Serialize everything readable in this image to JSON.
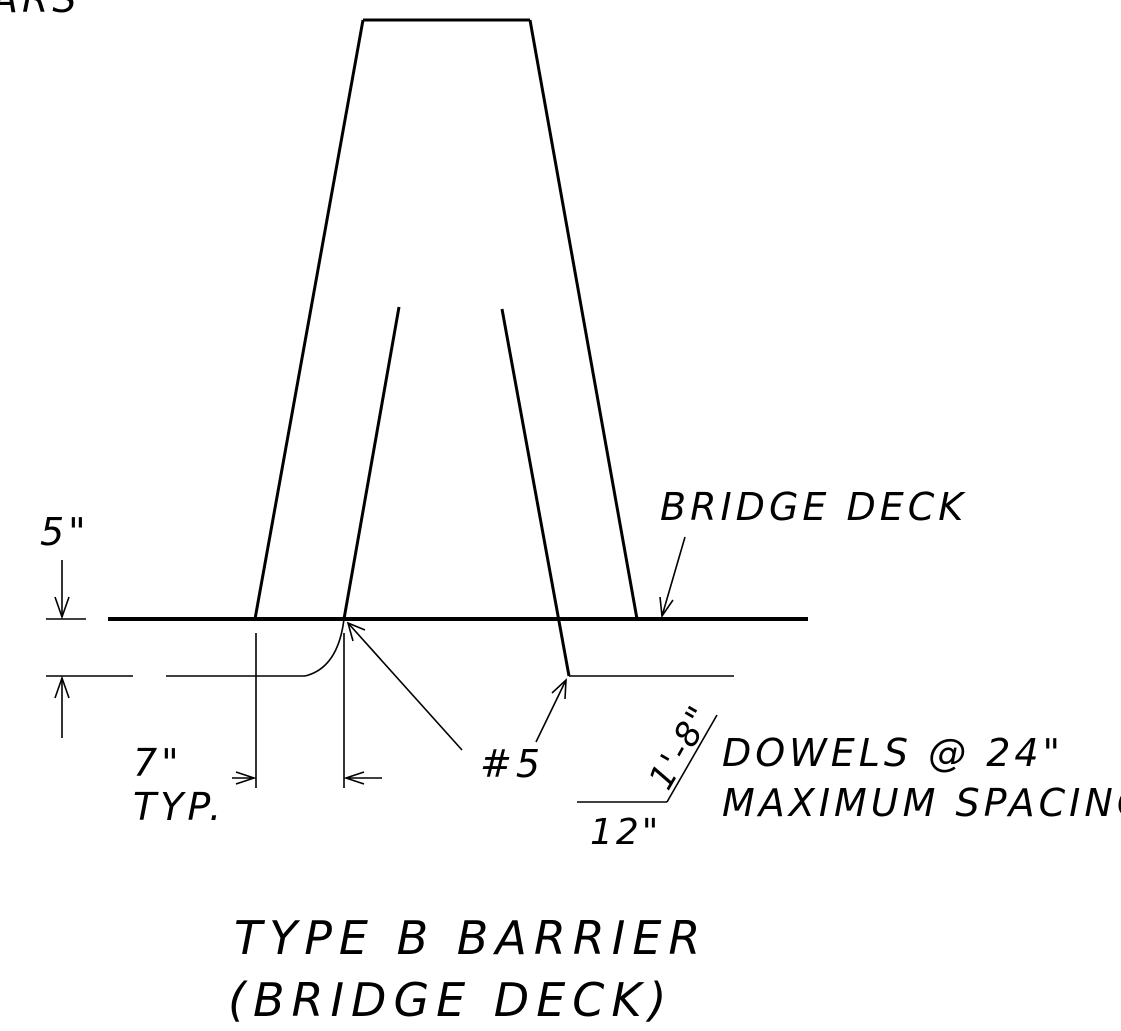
{
  "labels": {
    "clipped_top_left": "ARS",
    "bridge_deck": "BRIDGE DECK",
    "deck_thickness": "5\"",
    "edge_dist": "7\"",
    "edge_dist_typ": "TYP.",
    "bar_size": "#5",
    "dowel_length": "1'-8\"",
    "hook_length": "12\"",
    "dowels_line1": "DOWELS @ 24\"",
    "dowels_line2": "MAXIMUM SPACING",
    "title_line1": "TYPE B BARRIER",
    "title_line2": "(BRIDGE DECK)"
  }
}
